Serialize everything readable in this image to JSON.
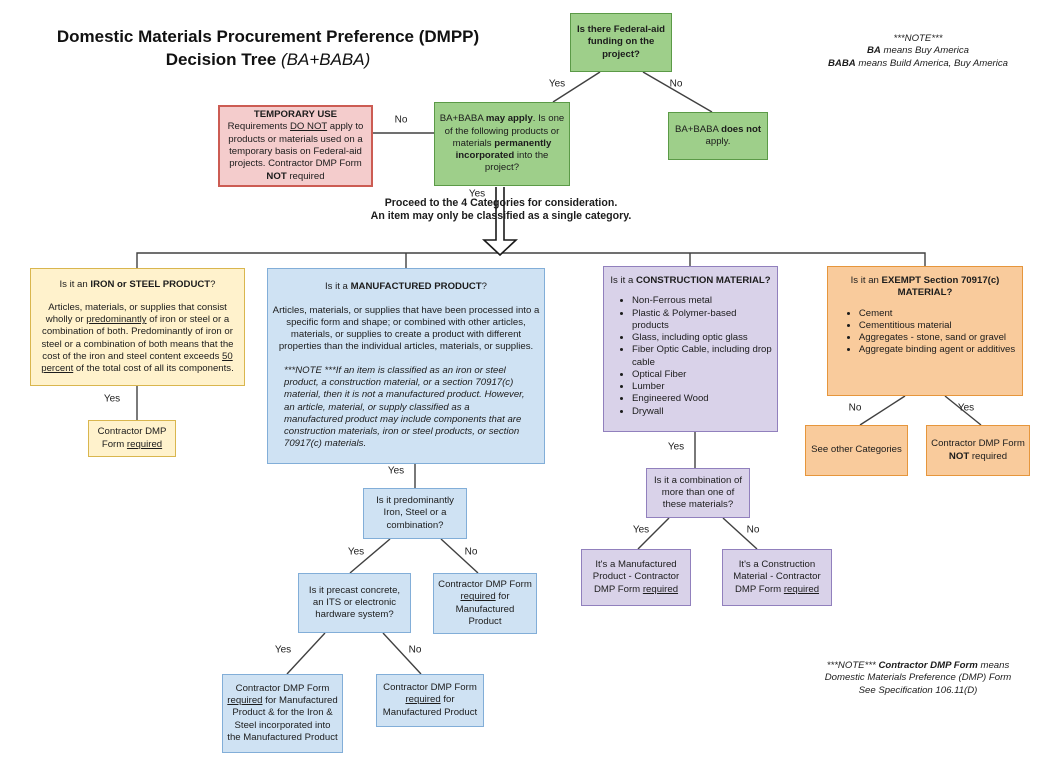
{
  "title": {
    "line1": "Domestic Materials Procurement Preference (DMPP)",
    "line2_main": "Decision Tree ",
    "line2_paren": "(BA+BABA)"
  },
  "labels": {
    "yes": "Yes",
    "no": "No"
  },
  "note_top": {
    "line1": "***NOTE***",
    "ba": "BA",
    "ba_rest": " means Buy America",
    "baba": "BABA",
    "baba_rest": " means Build America, Buy America"
  },
  "note_bottom": {
    "s1": "***NOTE*** ",
    "s2": "Contractor DMP Form",
    "s3": " means",
    "line2": "Domestic Materials Preference (DMP) Form",
    "line3": "See Specification 106.11(D)"
  },
  "proceed": {
    "line1": "Proceed to the 4 Categories for consideration.",
    "line2": "An item may only be classified as a single category."
  },
  "colors": {
    "green_fill": "#9ecf8a",
    "green_border": "#5b9a47",
    "pink_fill": "#f4cccc",
    "pink_border": "#cc5c53",
    "yellow_fill": "#fff2cc",
    "yellow_border": "#d9b64e",
    "blue_fill": "#cfe2f3",
    "blue_border": "#82aed8",
    "purple_fill": "#d9d2e9",
    "purple_border": "#9180bd",
    "orange_fill": "#f9cb9c",
    "orange_border": "#e6963c",
    "line": "#404040"
  },
  "nodes": {
    "funding": {
      "text": "Is there Federal-aid funding on the project?"
    },
    "temp_use": {
      "title": "TEMPORARY USE",
      "s1": "Requirements ",
      "s2": "DO NOT",
      "s3": " apply to products or materials used on a temporary basis on Federal-aid projects. Contractor DMP Form ",
      "s4": "NOT",
      "s5": " required"
    },
    "may_apply": {
      "s1": "BA+BABA ",
      "s2": "may apply",
      "s3": ". Is one of the following products or materials ",
      "s4": "permanently incorporated",
      "s5": " into the project?"
    },
    "not_apply": {
      "s1": "BA+BABA ",
      "s2": "does not",
      "s3": " apply."
    },
    "iron_steel": {
      "t1": "Is it an ",
      "t2": "IRON or STEEL PRODUCT",
      "t3": "?",
      "s1": "Articles, materials, or supplies that consist wholly or ",
      "s2": "predominantly",
      "s3": " of iron or steel or a combination of both. Predominantly of iron or steel or a combination of both means that the cost of the iron and steel content exceeds ",
      "s4": "50 percent",
      "s5": " of the total cost of all its components."
    },
    "iron_leaf": {
      "s1": "Contractor DMP Form ",
      "s2": "required"
    },
    "manufactured": {
      "t1": "Is it a ",
      "t2": "MANUFACTURED PRODUCT",
      "t3": "?",
      "para": "Articles, materials, or supplies that have been processed into a specific form and shape; or combined with other articles, materials, or supplies to create a product with different properties than the individual articles, materials, or supplies.",
      "note": "***NOTE ***If an item is classified as an iron or steel product, a construction material, or a section 70917(c) material, then it is not a manufactured product. However, an article, material, or supply classified as a manufactured product may include components that are construction materials, iron or steel products, or section 70917(c) materials."
    },
    "predominantly": {
      "text": "Is it predominantly Iron, Steel or a combination?"
    },
    "precast": {
      "text": "Is it precast concrete, an ITS or electronic hardware system?"
    },
    "manuf_no_leaf": {
      "s1": "Contractor DMP Form ",
      "s2": "required",
      "s3": " for Manufactured Product"
    },
    "precast_yes_leaf": {
      "s1": "Contractor DMP Form ",
      "s2": "required",
      "s3": " for Manufactured Product & for the Iron & Steel incorporated into the Manufactured Product"
    },
    "precast_no_leaf": {
      "s1": "Contractor DMP Form ",
      "s2": "required",
      "s3": " for Manufactured Product"
    },
    "construction": {
      "t1": "Is it a ",
      "t2": "CONSTRUCTION MATERIAL?",
      "items": [
        "Non-Ferrous metal",
        "Plastic & Polymer-based products",
        "Glass, including optic glass",
        "Fiber Optic Cable, including drop cable",
        "Optical Fiber",
        "Lumber",
        "Engineered Wood",
        "Drywall"
      ]
    },
    "combination": {
      "text": "Is it a combination of more than one of these materials?"
    },
    "comb_yes_leaf": {
      "s1": "It's a Manufactured Product - Contractor DMP Form ",
      "s2": "required"
    },
    "comb_no_leaf": {
      "s1": "It's a Construction Material - Contractor DMP Form ",
      "s2": "required"
    },
    "exempt": {
      "t1": "Is it an ",
      "t2": "EXEMPT Section 70917(c) MATERIAL",
      "t3": "?",
      "items": [
        "Cement",
        "Cementitious material",
        "Aggregates - stone, sand or gravel",
        "Aggregate binding agent or additives"
      ]
    },
    "see_other_leaf": {
      "text": "See other Categories"
    },
    "exempt_yes_leaf": {
      "s1": "Contractor DMP Form ",
      "s2": "NOT",
      "s3": " required"
    }
  }
}
